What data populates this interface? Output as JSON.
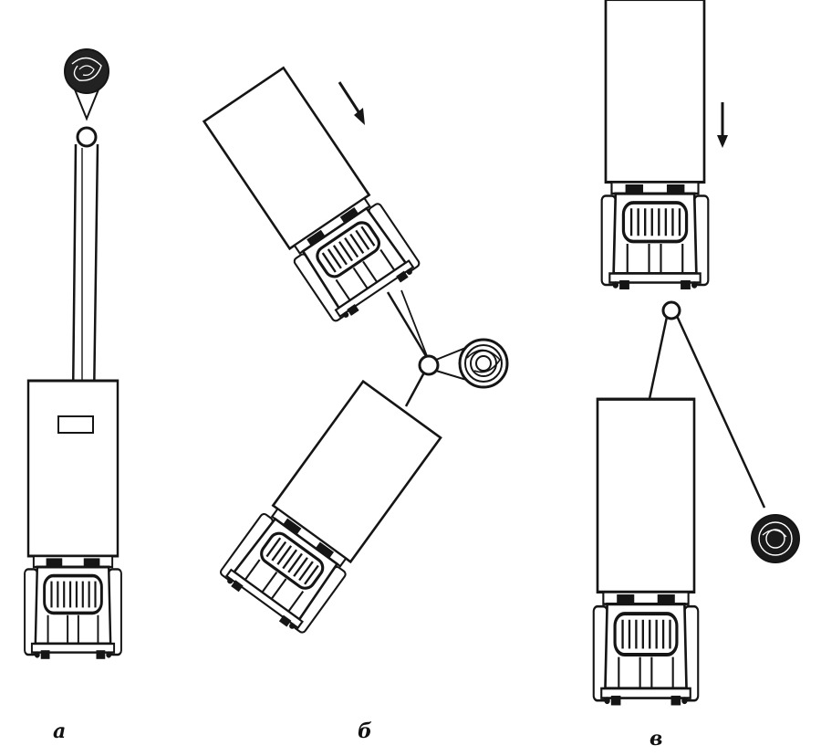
{
  "figure": {
    "panels": [
      {
        "id": "a",
        "label": "а"
      },
      {
        "id": "b",
        "label": "б"
      },
      {
        "id": "c",
        "label": "в"
      }
    ]
  },
  "colors": {
    "ink": "#151515",
    "paper": "#ffffff"
  },
  "icons": [
    "truck-icon",
    "cable-reel-icon",
    "pulley-icon",
    "direction-arrow-icon"
  ]
}
